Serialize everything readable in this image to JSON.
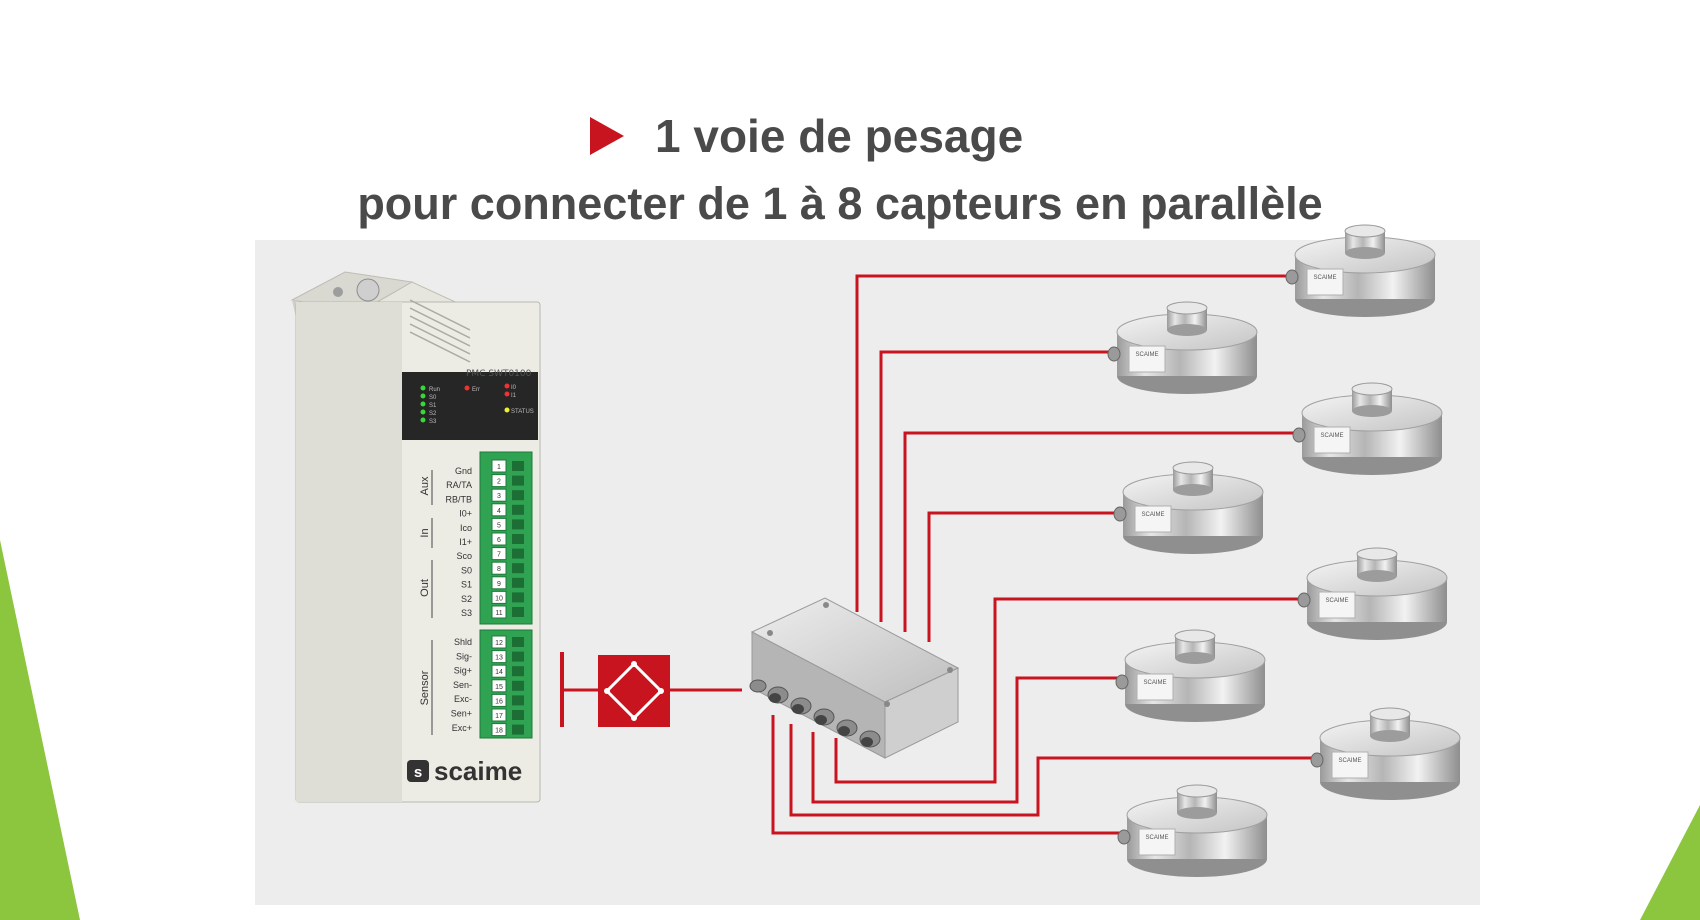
{
  "slide": {
    "title": "1 voie de pesage",
    "subtitle": "pour connecter de 1 à 8 capteurs en parallèle"
  },
  "colors": {
    "accent_red": "#c8141e",
    "text_gray": "#4a4a4a",
    "slide_green": "#8cc63f",
    "terminal_green": "#2fa352"
  },
  "icons": {
    "title_marker": "red-triangle-arrow",
    "bridge_symbol": "wheatstone-bridge-icon"
  },
  "module": {
    "model": "PMC SWT0100",
    "brand": "scaime",
    "leds": [
      "Run",
      "S0",
      "S1",
      "S2",
      "S3",
      "Err",
      "I0",
      "I1",
      "STATUS"
    ],
    "aux_group": "Aux",
    "in_group": "In",
    "out_group": "Out",
    "sensor_group": "Sensor",
    "aux_pins": [
      "Gnd",
      "RA/TA",
      "RB/TB"
    ],
    "in_pins": [
      "I0+",
      "Ico",
      "I1+"
    ],
    "out_pins": [
      "Sco",
      "S0",
      "S1",
      "S2",
      "S3"
    ],
    "sensor_pins": [
      "Shld",
      "Sig-",
      "Sig+",
      "Sen-",
      "Exc-",
      "Sen+",
      "Exc+"
    ],
    "terminal_numbers": [
      "1",
      "2",
      "3",
      "4",
      "5",
      "6",
      "7",
      "8",
      "9",
      "10",
      "11",
      "12",
      "13",
      "14",
      "15",
      "16",
      "17",
      "18"
    ]
  },
  "junction_box": {
    "glands": 5
  },
  "load_cells": {
    "count": 8,
    "label": "SCAIME"
  }
}
